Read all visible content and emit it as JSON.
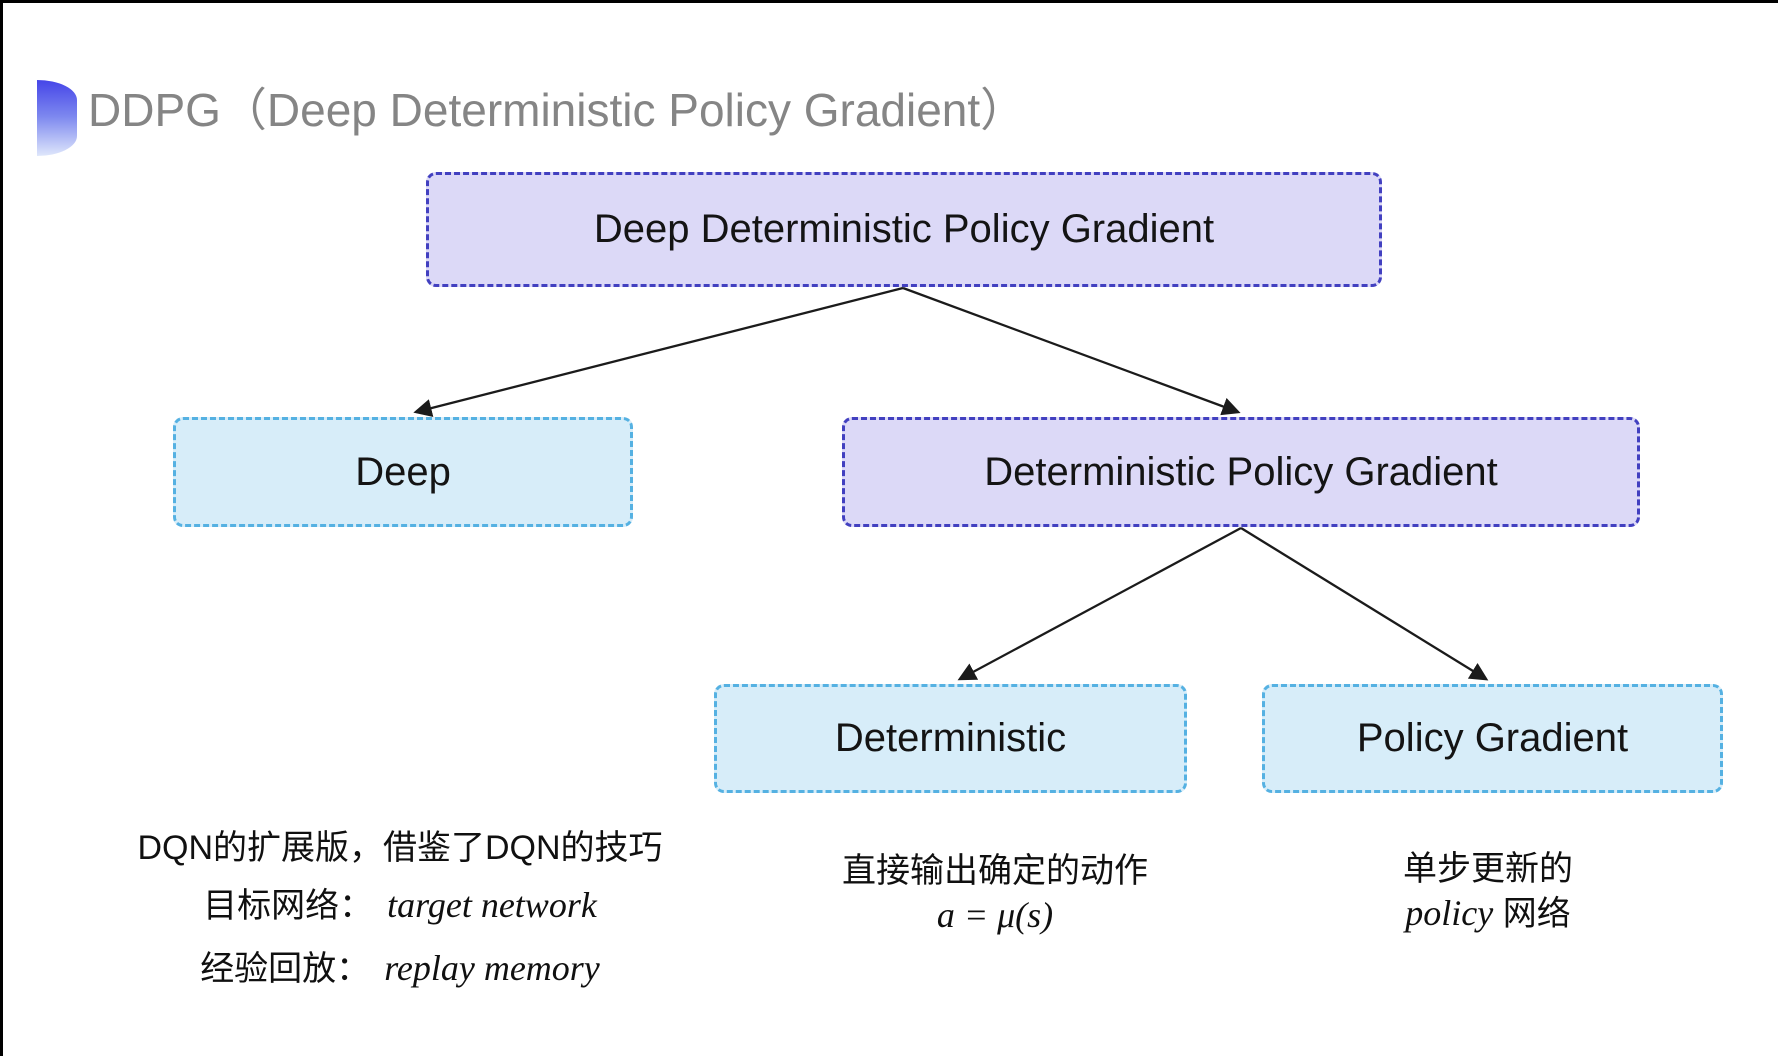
{
  "title": {
    "text": "DDPG（Deep Deterministic Policy Gradient）"
  },
  "diagram": {
    "nodes": [
      {
        "id": "ddpg",
        "label": "Deep Deterministic Policy Gradient",
        "style": "purple"
      },
      {
        "id": "deep",
        "label": "Deep",
        "style": "cyan"
      },
      {
        "id": "dpg",
        "label": "Deterministic Policy Gradient",
        "style": "purple"
      },
      {
        "id": "deterministic",
        "label": "Deterministic",
        "style": "cyan"
      },
      {
        "id": "policy_gradient",
        "label": "Policy Gradient",
        "style": "cyan"
      }
    ],
    "edges": [
      {
        "from": "ddpg",
        "to": "deep"
      },
      {
        "from": "ddpg",
        "to": "dpg"
      },
      {
        "from": "dpg",
        "to": "deterministic"
      },
      {
        "from": "dpg",
        "to": "policy_gradient"
      }
    ]
  },
  "notes": {
    "deep": {
      "line1": "DQN的扩展版，借鉴了DQN的技巧",
      "line2_label": "目标网络：",
      "line2_term": "target network",
      "line3_label": "经验回放：",
      "line3_term": "replay memory"
    },
    "deterministic": {
      "line1": "直接输出确定的动作",
      "formula": "a = μ(s)"
    },
    "policy_gradient": {
      "line1": "单步更新的",
      "term": "policy",
      "suffix": " 网络"
    }
  },
  "colors": {
    "purple_fill": "#dcd9f7",
    "purple_border": "#4240c0",
    "cyan_fill": "#d7edf9",
    "cyan_border": "#55b1e2",
    "title_gray": "#858585",
    "arrow": "#1b1b1b",
    "bullet_gradient_top": "#4545e8",
    "bullet_gradient_bottom": "#dfe7fb"
  }
}
